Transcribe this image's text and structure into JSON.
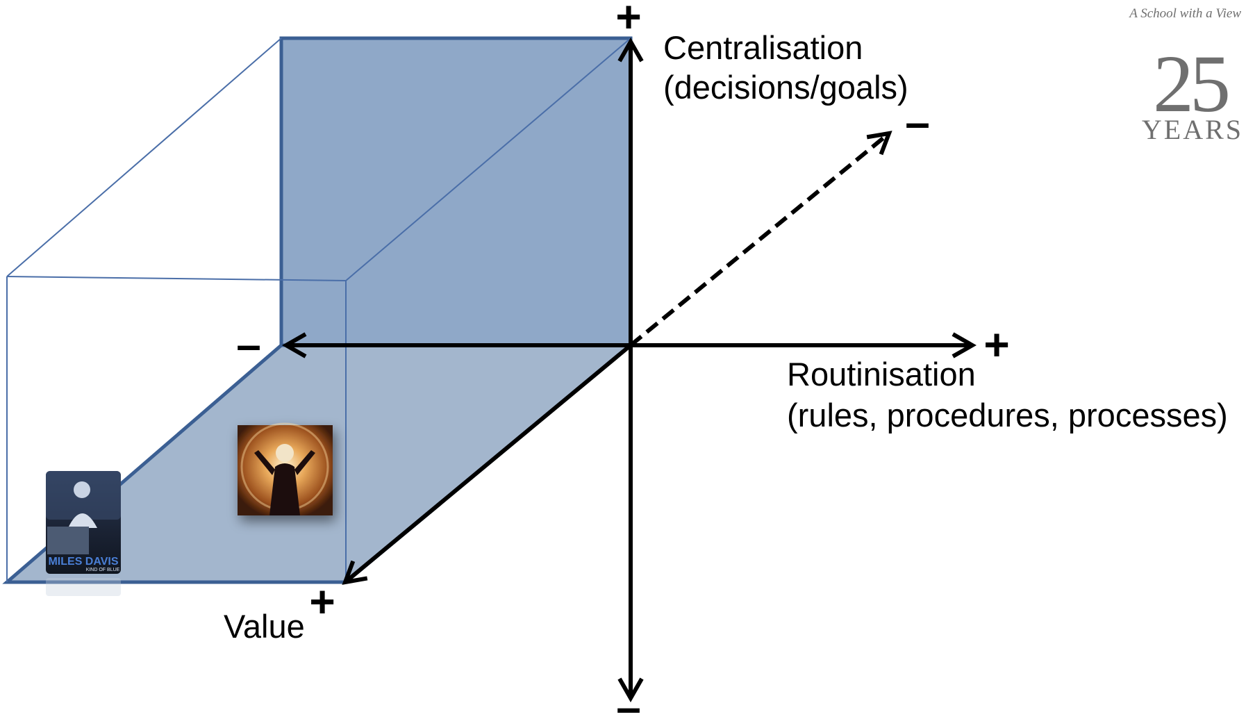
{
  "logo": {
    "tagline": "A School with a View",
    "number": "25",
    "word": "YEARS"
  },
  "axes": {
    "vertical": {
      "label_line1": "Centralisation",
      "label_line2": "(decisions/goals)",
      "plus": "+",
      "minus": "–"
    },
    "horizontal": {
      "label_line1": "Routinisation",
      "label_line2": "(rules, procedures, processes)",
      "plus": "+",
      "minus": "–"
    },
    "depth": {
      "label": "Value",
      "plus": "+",
      "minus": "–"
    }
  },
  "images": {
    "album_cover": {
      "artist_text": "MILES DAVIS",
      "subtitle_text": "KIND OF BLUE"
    },
    "conductor_photo": {}
  },
  "colors": {
    "box_fill": "#7090b8",
    "box_stroke": "#3b5f93",
    "axis": "#000000",
    "logo_gray": "#6f6f6f"
  }
}
